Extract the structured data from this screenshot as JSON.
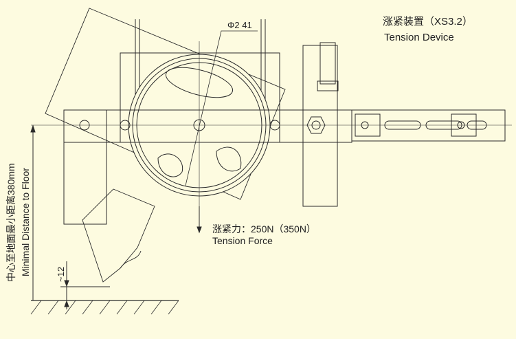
{
  "title": {
    "zh": "涨紧装置（XS3.2）",
    "en": "Tension Device"
  },
  "diameter_label": "Φ2 41",
  "force": {
    "zh": "涨紧力：250N（350N）",
    "en": "Tension Force"
  },
  "distance": {
    "zh": "中心至地面最小距离380mm",
    "en": "Minimal Distance to Floor"
  },
  "gap_label": "~12",
  "colors": {
    "background": "#fdfbe0",
    "line": "#2a2a2a"
  }
}
